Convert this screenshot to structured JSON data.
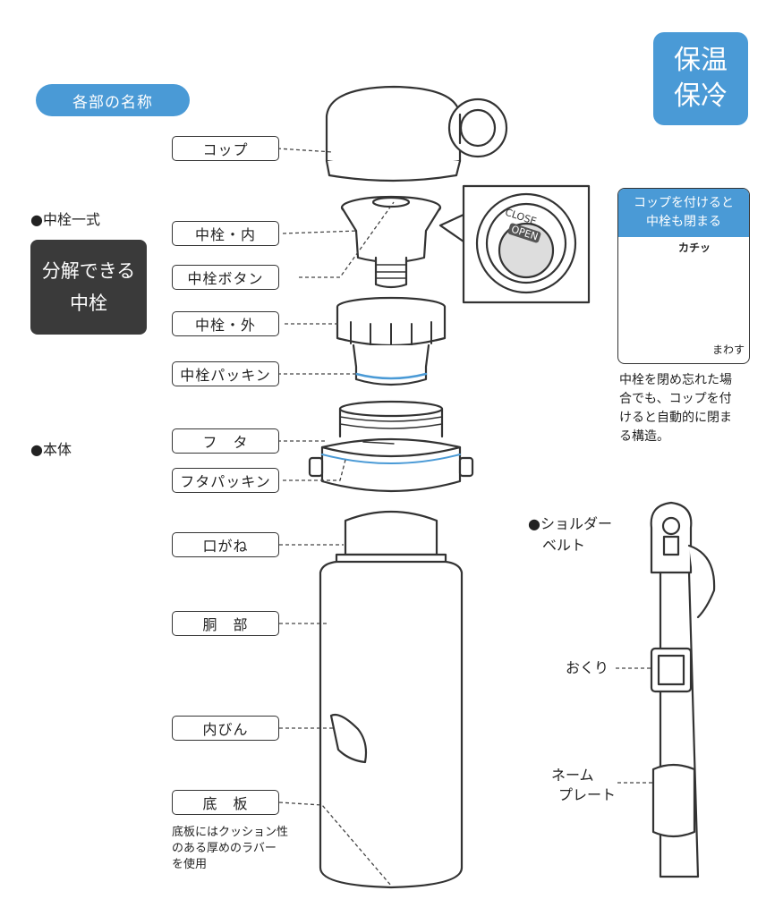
{
  "header": {
    "title": "各部の名称"
  },
  "badge": {
    "line1": "保温",
    "line2": "保冷"
  },
  "sections": {
    "nakasen": "●中栓一式",
    "hontai": "●本体",
    "shoulder_line1": "●ショルダー",
    "shoulder_line2": "ベルト"
  },
  "dark_box": {
    "line1": "分解できる",
    "line2": "中栓"
  },
  "parts": {
    "cup": "コップ",
    "nakasen_inner": "中栓・内",
    "nakasen_button": "中栓ボタン",
    "nakasen_outer": "中栓・外",
    "nakasen_packing": "中栓パッキン",
    "futa": "フ　タ",
    "futa_packing": "フタパッキン",
    "kuchigane": "口がね",
    "dobu": "胴　部",
    "naibin": "内びん",
    "sokoita": "底　板"
  },
  "bottom_note": {
    "line1": "底板にはクッション性",
    "line2": "のある厚めのラバー",
    "line3": "を使用"
  },
  "button_detail": {
    "close": "CLOSE",
    "open": "OPEN"
  },
  "callout": {
    "head_line1": "コップを付けると",
    "head_line2": "中栓も閉まる",
    "sound": "カチッ",
    "turn": "まわす"
  },
  "right_note": {
    "line1": "中栓を閉め忘れた場",
    "line2": "合でも、コップを付",
    "line3": "けると自動的に閉ま",
    "line4": "る構造。"
  },
  "strap": {
    "okuri": "おくり",
    "nameplate_line1": "ネーム",
    "nameplate_line2": "プレート"
  },
  "colors": {
    "accent": "#4a9ad6",
    "dark": "#3a3a3a",
    "line": "#333333"
  }
}
